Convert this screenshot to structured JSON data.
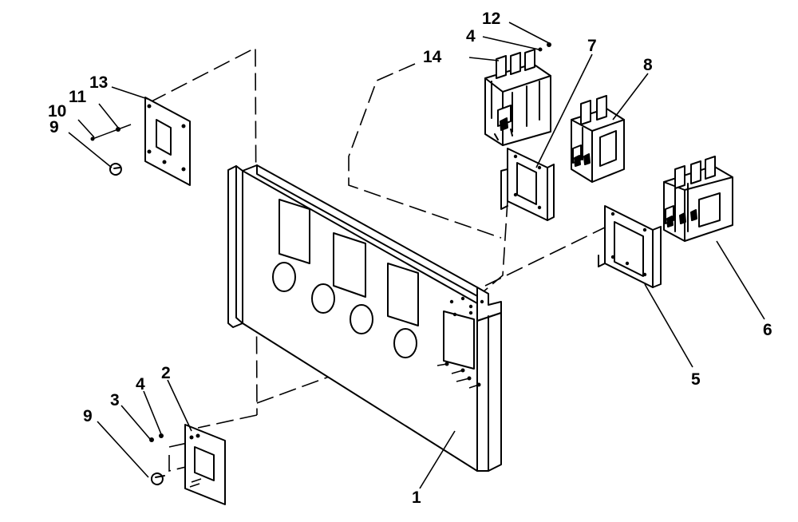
{
  "diagram": {
    "callouts": [
      {
        "id": "c12",
        "label": "12"
      },
      {
        "id": "c4a",
        "label": "4"
      },
      {
        "id": "c14",
        "label": "14"
      },
      {
        "id": "c7",
        "label": "7"
      },
      {
        "id": "c8",
        "label": "8"
      },
      {
        "id": "c13",
        "label": "13"
      },
      {
        "id": "c11",
        "label": "11"
      },
      {
        "id": "c10",
        "label": "10"
      },
      {
        "id": "c9a",
        "label": "9"
      },
      {
        "id": "c6",
        "label": "6"
      },
      {
        "id": "c5",
        "label": "5"
      },
      {
        "id": "c2",
        "label": "2"
      },
      {
        "id": "c4b",
        "label": "4"
      },
      {
        "id": "c3",
        "label": "3"
      },
      {
        "id": "c9b",
        "label": "9"
      },
      {
        "id": "c1",
        "label": "1"
      }
    ]
  }
}
